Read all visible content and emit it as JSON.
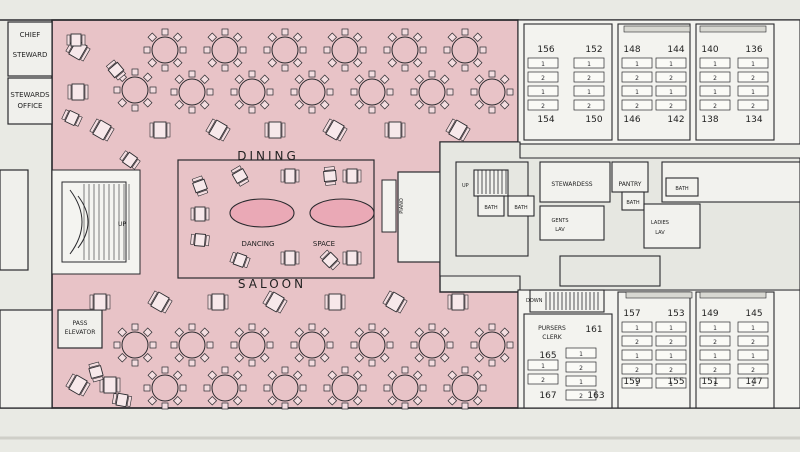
{
  "colors": {
    "paper": "#e9eae4",
    "saloon": "#e8c3c7",
    "ink": "#2a2a2e",
    "room": "#f0f0ec"
  },
  "labels": {
    "chief_steward": [
      "CHIEF",
      "STEWARD"
    ],
    "stewards_office": [
      "STEWARDS",
      "OFFICE"
    ],
    "dining": "DINING",
    "saloon": "SALOON",
    "dancing": "DANCING",
    "space": "SPACE",
    "piano": "PIANO",
    "up_left": "UP",
    "up_mid": "UP",
    "down_mid": "DOWN",
    "pass_elevator": [
      "PASS",
      "ELEVATOR"
    ],
    "stewardess": "STEWARDESS",
    "pantry": "PANTRY",
    "bath": "BATH",
    "gents_lav": [
      "GENTS",
      "LAV"
    ],
    "ladies_lav": [
      "LADIES",
      "LAV"
    ],
    "pursers_clerk": [
      "PURSERS",
      "CLERK"
    ]
  },
  "cabins": {
    "top": [
      "156",
      "152",
      "148",
      "144",
      "140",
      "136",
      "154",
      "150",
      "146",
      "142",
      "138",
      "134"
    ],
    "bottom": [
      "157",
      "153",
      "149",
      "145",
      "161",
      "165",
      "167",
      "163",
      "159",
      "155",
      "151",
      "147"
    ]
  }
}
